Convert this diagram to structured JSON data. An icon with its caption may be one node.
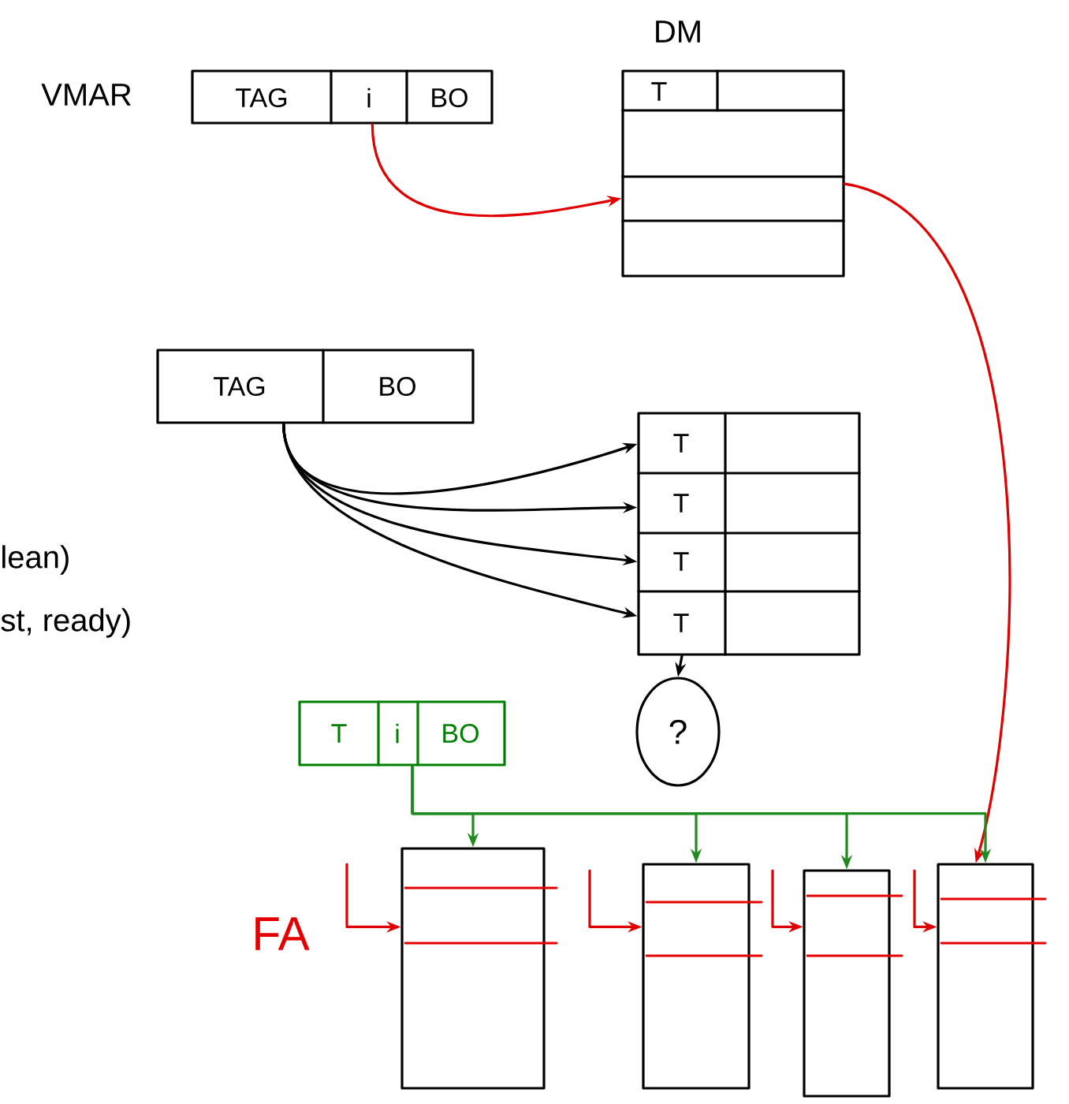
{
  "diagram": {
    "nodes": [
      {
        "text": [
          "TAG",
          "i",
          "BO"
        ],
        "beside": [
          "VMAR"
        ]
      },
      {
        "text": [
          "T"
        ],
        "beside": [
          "DM"
        ]
      },
      {
        "text": [
          "TAG",
          "BO"
        ]
      },
      {
        "text": [
          "T",
          "T",
          "T",
          "T"
        ]
      },
      {
        "text": [
          "?"
        ]
      },
      {
        "text": [
          "T",
          "i",
          "BO"
        ]
      },
      {
        "text": [],
        "shape": "box"
      },
      {
        "text": [],
        "shape": "box"
      },
      {
        "text": [],
        "shape": "box"
      },
      {
        "text": [],
        "shape": "box"
      }
    ],
    "edges": [
      {
        "from": 0,
        "to": 1,
        "arrow": "to",
        "color": "#e00000"
      },
      {
        "from": 1,
        "to": 9,
        "arrow": "to",
        "color": "#e00000"
      },
      {
        "from": 2,
        "to": 3,
        "arrow": "to",
        "color": "#000000"
      },
      {
        "from": 2,
        "to": 3,
        "arrow": "to",
        "color": "#000000"
      },
      {
        "from": 2,
        "to": 3,
        "arrow": "to",
        "color": "#000000"
      },
      {
        "from": 2,
        "to": 3,
        "arrow": "to",
        "color": "#000000"
      },
      {
        "from": 3,
        "to": 4,
        "arrow": "to",
        "color": "#000000"
      },
      {
        "from": 5,
        "to": 6,
        "arrow": "to",
        "color": "#1f8a1f"
      },
      {
        "from": 5,
        "to": 7,
        "arrow": "to",
        "color": "#1f8a1f"
      },
      {
        "from": 5,
        "to": 8,
        "arrow": "to",
        "color": "#1f8a1f"
      },
      {
        "from": 5,
        "to": 9,
        "arrow": "to",
        "color": "#1f8a1f"
      },
      {
        "from": null,
        "to": 6,
        "arrow": "to",
        "color": "#e00000"
      },
      {
        "from": null,
        "to": 7,
        "arrow": "to",
        "color": "#e00000"
      },
      {
        "from": null,
        "to": 8,
        "arrow": "to",
        "color": "#e00000"
      },
      {
        "from": null,
        "to": 9,
        "arrow": "to",
        "color": "#e00000"
      }
    ],
    "labels": [
      "lean)",
      "st, ready)",
      "FA"
    ]
  }
}
